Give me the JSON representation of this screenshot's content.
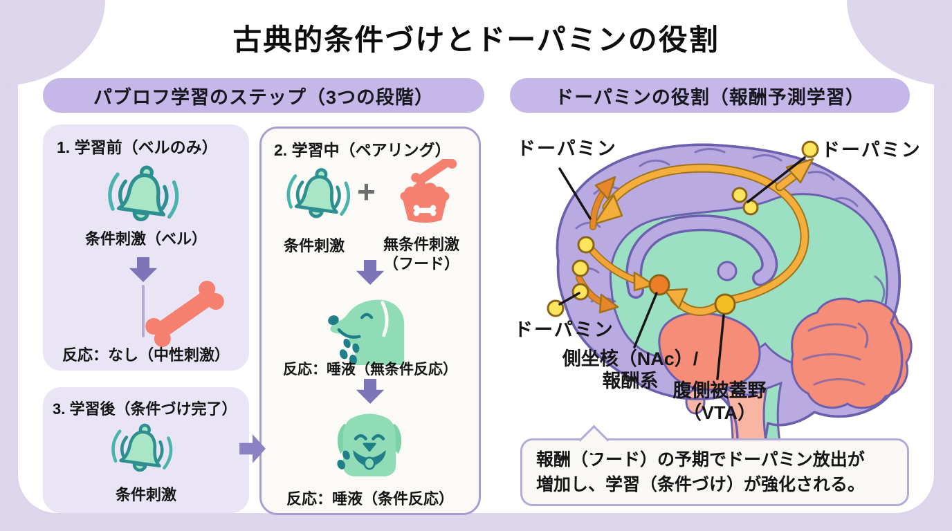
{
  "page": {
    "title": "古典的条件づけとドーパミンの役割"
  },
  "left_panel": {
    "header": "パブロフ学習のステップ（3つの段階）",
    "step1": {
      "title": "1. 学習前（ベルのみ）",
      "stimulus_label": "条件刺激（ベル）",
      "response_label": "反応：なし（中性刺激）"
    },
    "step2": {
      "title": "2. 学習中（ペアリング）",
      "plus": "+",
      "cs_label": "条件刺激",
      "ucs_label_line1": "無条件刺激",
      "ucs_label_line2": "（フード）",
      "response1_label": "反応：唾液（無条件反応）",
      "response2_label": "反応：唾液（条件反応）"
    },
    "step3": {
      "title": "3. 学習後（条件づけ完了）",
      "stimulus_label": "条件刺激"
    }
  },
  "right_panel": {
    "header": "ドーパミンの役割（報酬予測学習）",
    "labels": {
      "dopamine_top_left": "ドーパミン",
      "dopamine_top_right": "ドーパミン",
      "dopamine_bottom_left": "ドーパミン",
      "nac_line1": "側坐核（NAc）/",
      "nac_line2": "報酬系",
      "vta_line1": "腹側被蓋野",
      "vta_line2": "（VTA）"
    },
    "callout": {
      "line1": "報酬（フード）の予期でドーパミン放出が",
      "line2": "増加し、学習（条件づけ）が強化される。"
    }
  },
  "colors": {
    "background": "#dcd5ec",
    "card": "#ffffff",
    "header_pill": "#c6b7e9",
    "step_box": "#e9e5f5",
    "bell_mint": "#a9e6c8",
    "bell_teal": "#2d8f8f",
    "dog_mint": "#8fdcb6",
    "detail_teal": "#1f7f88",
    "food_salmon": "#f6806f",
    "flow_arrow_purple": "#7d75b8",
    "brain_cortex": "#b9abe1",
    "brain_inner": "#9be0c2",
    "brain_stem": "#f58d79",
    "pathway_yellow": "#f3ae3c",
    "dopamine_dot": "#fce45c",
    "nac_dot": "#ee7d28",
    "vta_dot": "#f4bd22"
  }
}
